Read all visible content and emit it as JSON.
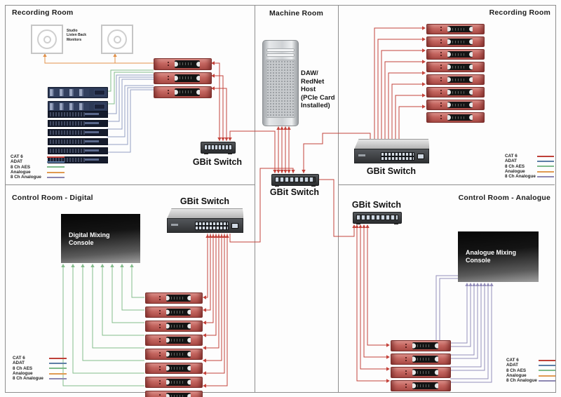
{
  "rooms": {
    "recording_left": {
      "title": "Recording Room",
      "monitors_label": "Studio\nListen Back\nMonitors",
      "switch_label": "GBit Switch",
      "rednet_count": 3,
      "aes_rack_count": 2,
      "adat_rack_count": 6
    },
    "machine": {
      "title": "Machine Room",
      "host_label": "DAW/\nRedNet\nHost\n(PCIe Card\nInstalled)",
      "switch_label": "GBit Switch"
    },
    "recording_right": {
      "title": "Recording Room",
      "switch_label": "GBit Switch",
      "rednet_count": 8
    },
    "control_digital": {
      "title": "Control Room - Digital",
      "console_label": "Digital Mixing\nConsole",
      "switch_label": "GBit Switch",
      "rednet_count": 8
    },
    "control_analogue": {
      "title": "Control Room - Analogue",
      "console_label": "Analogue Mixing\nConsole",
      "switch_label": "GBit Switch",
      "rednet_count": 4
    }
  },
  "legend": {
    "items": [
      {
        "label": "CAT 6",
        "color": "#bf4038"
      },
      {
        "label": "ADAT",
        "color": "#5d7ea6"
      },
      {
        "label": "8 Ch AES",
        "color": "#7fbb8b"
      },
      {
        "label": "Analogue",
        "color": "#e09a51"
      },
      {
        "label": "8 Ch Analogue",
        "color": "#8d87b2"
      }
    ]
  },
  "wire_colors": {
    "cat6": "#c4423a",
    "adat": "#93a0c3",
    "aes_8ch": "#84bd8c",
    "analogue": "#e2924a",
    "analogue_8ch": "#948eba"
  }
}
